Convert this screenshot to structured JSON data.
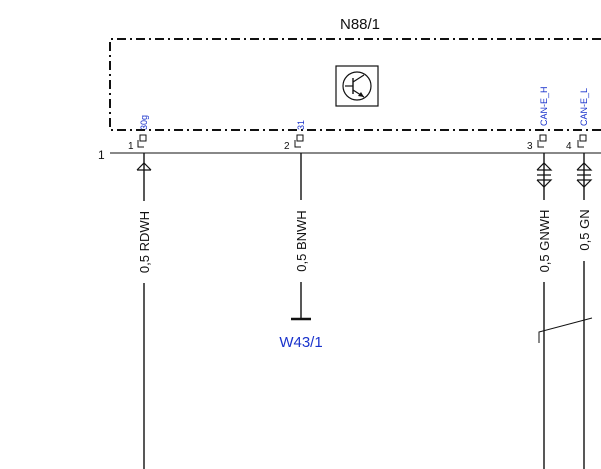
{
  "component": {
    "id": "N88/1",
    "symbol": "transistor-symbol"
  },
  "connector": {
    "id": "1"
  },
  "pins": [
    {
      "number": "1",
      "signal": "30g"
    },
    {
      "number": "2",
      "signal": "31"
    },
    {
      "number": "3",
      "signal": "CAN-E_H"
    },
    {
      "number": "4",
      "signal": "CAN-E_L"
    }
  ],
  "wires": [
    {
      "label": "0,5 RDWH"
    },
    {
      "label": "0,5 BNWH"
    },
    {
      "label": "0,5 GNWH"
    },
    {
      "label": "0,5 GN"
    }
  ],
  "ground": {
    "label": "W43/1"
  },
  "colors": {
    "line": "#111111",
    "signal_text": "#1a33cc",
    "ground_text": "#1a33cc"
  }
}
